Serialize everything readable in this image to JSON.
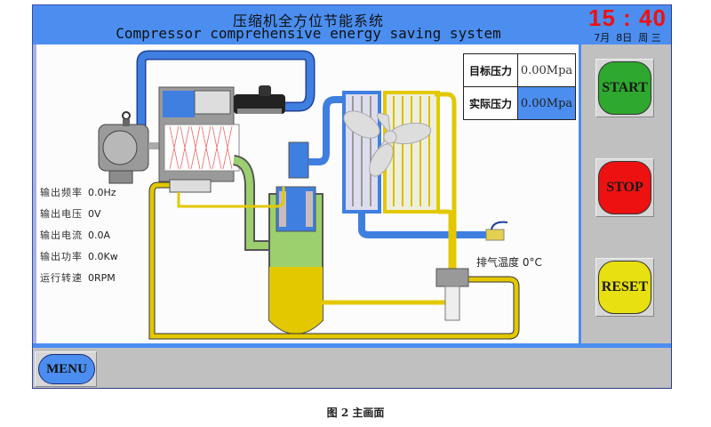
{
  "header": {
    "title_cn": "压缩机全方位节能系统",
    "title_en": "Compressor comprehensive energy saving system",
    "clock": "15 : 40",
    "date": "7月  8日  周 三"
  },
  "pressure": {
    "target_label": "目标压力",
    "target_value": "0.00Mpa",
    "actual_label": "实际压力",
    "actual_value": "0.00Mpa"
  },
  "readouts": [
    {
      "label": "输出频率",
      "value": "0.0Hz"
    },
    {
      "label": "输出电压",
      "value": "0V"
    },
    {
      "label": "输出电流",
      "value": "0.0A"
    },
    {
      "label": "输出功率",
      "value": "0.0Kw"
    },
    {
      "label": "运行转速",
      "value": "0RPM"
    }
  ],
  "exhaust": {
    "label": "排气温度",
    "value": "0°C"
  },
  "controls": {
    "start": {
      "label": "START",
      "color": "#2ea82e"
    },
    "stop": {
      "label": "STOP",
      "color": "#ee1111"
    },
    "reset": {
      "label": "RESET",
      "color": "#e8e010"
    }
  },
  "footer": {
    "menu_label": "MENU"
  },
  "caption": "图 2  主画面",
  "colors": {
    "frame_blue": "#4b8ef0",
    "air_pipe": "#3f7fe0",
    "oil_pipe": "#e3c800",
    "oil_air_mix": "#9ccf6e",
    "panel_gray": "#c0c0c0"
  }
}
